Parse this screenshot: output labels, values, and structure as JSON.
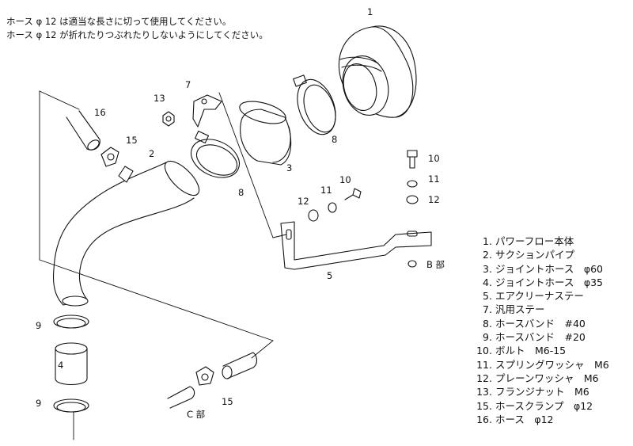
{
  "notes": [
    "ホース φ 12 は適当な長さに切って使用してください。",
    "ホース φ 12 が折れたりつぶれたりしないようにしてください。"
  ],
  "callouts": {
    "c1": "1",
    "c2": "2",
    "c3": "3",
    "c4": "4",
    "c5": "5",
    "c7": "7",
    "c8a": "8",
    "c8b": "8",
    "c9a": "9",
    "c9b": "9",
    "c10a": "10",
    "c10b": "10",
    "c11a": "11",
    "c11b": "11",
    "c12a": "12",
    "c12b": "12",
    "c13": "13",
    "c15a": "15",
    "c15b": "15",
    "c16": "16",
    "b_part": "B 部",
    "c_part": "C 部"
  },
  "legend": [
    {
      "num": "1",
      "text": "パワーフロー本体"
    },
    {
      "num": "2",
      "text": "サクションパイプ"
    },
    {
      "num": "3",
      "text": "ジョイントホース　φ60"
    },
    {
      "num": "4",
      "text": "ジョイントホース　φ35"
    },
    {
      "num": "5",
      "text": "エアクリーナステー"
    },
    {
      "num": "7",
      "text": "汎用ステー"
    },
    {
      "num": "8",
      "text": "ホースバンド　#40"
    },
    {
      "num": "9",
      "text": "ホースバンド　#20"
    },
    {
      "num": "10",
      "text": "ボルト　M6-15"
    },
    {
      "num": "11",
      "text": "スプリングワッシャ　M6"
    },
    {
      "num": "12",
      "text": "プレーンワッシャ　M6"
    },
    {
      "num": "13",
      "text": "フランジナット　M6"
    },
    {
      "num": "15",
      "text": "ホースクランプ　φ12"
    },
    {
      "num": "16",
      "text": "ホース　φ12"
    }
  ]
}
